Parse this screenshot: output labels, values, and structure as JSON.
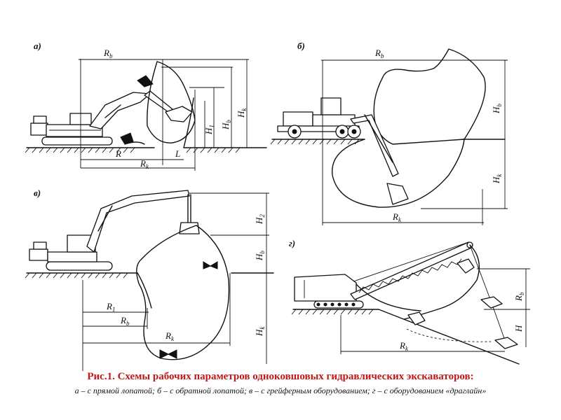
{
  "panels": {
    "a": {
      "tag": "а)",
      "labels": {
        "Rb": "R",
        "Rb_sub": "b",
        "R": "R",
        "L": "L",
        "Rk": "R",
        "Rk_sub": "k",
        "H1": "H",
        "H1_sub": "1",
        "Hb": "H",
        "Hb_sub": "b",
        "Hk": "H",
        "Hk_sub": "k"
      }
    },
    "b": {
      "tag": "б)",
      "labels": {
        "Rb": "R",
        "Rb_sub": "b",
        "Hb": "H",
        "Hb_sub": "b",
        "Hk": "H",
        "Hk_sub": "k",
        "Rk": "R",
        "Rk_sub": "k"
      }
    },
    "v": {
      "tag": "в)",
      "labels": {
        "H2": "H",
        "H2_sub": "2",
        "Hb": "H",
        "Hb_sub": "b",
        "R1": "R",
        "R1_sub": "1",
        "Rb": "R",
        "Rb_sub": "b",
        "Rk": "R",
        "Rk_sub": "k",
        "Hk": "H",
        "Hk_sub": "k"
      }
    },
    "g": {
      "tag": "г)",
      "labels": {
        "Rb": "R",
        "Rb_sub": "b",
        "H": "H",
        "Rk": "R",
        "Rk_sub": "k"
      }
    }
  },
  "caption": {
    "title": "Рис.1. Схемы рабочих параметров одноковшовых гидравлических экскаваторов:",
    "text": "а – с прямой лопатой; б – с обратной лопатой; в – с грейферным оборудованием; г – с оборудованием «драглайн»"
  }
}
